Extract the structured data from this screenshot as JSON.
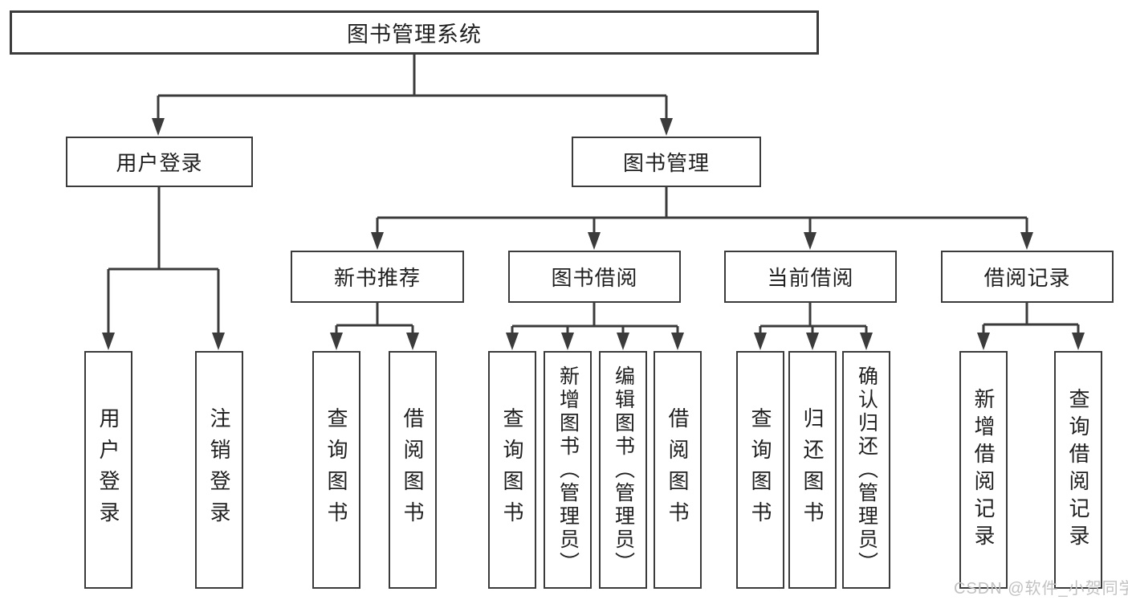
{
  "diagram": {
    "root": {
      "label": "图书管理系统"
    },
    "level2": [
      {
        "label": "用户登录"
      },
      {
        "label": "图书管理"
      }
    ],
    "level3": [
      {
        "label": "新书推荐"
      },
      {
        "label": "图书借阅"
      },
      {
        "label": "当前借阅"
      },
      {
        "label": "借阅记录"
      }
    ],
    "leaves": {
      "user_login": [
        "用户登录",
        "注销登录"
      ],
      "new_book": [
        "查询图书",
        "借阅图书"
      ],
      "book_borrow": [
        "查询图书",
        "新增图书（管理员）",
        "编辑图书（管理员）",
        "借阅图书"
      ],
      "current_borrow": [
        "查询图书",
        "归还图书",
        "确认归还（管理员）"
      ],
      "borrow_record": [
        "新增借阅记录",
        "查询借阅记录"
      ]
    }
  },
  "watermark": {
    "text": "CSDN @软件_小贺同学"
  },
  "colors": {
    "line": "#3b3b3b",
    "text": "#1f1f1f",
    "background": "#ffffff",
    "watermark": "#c2c2c2"
  }
}
